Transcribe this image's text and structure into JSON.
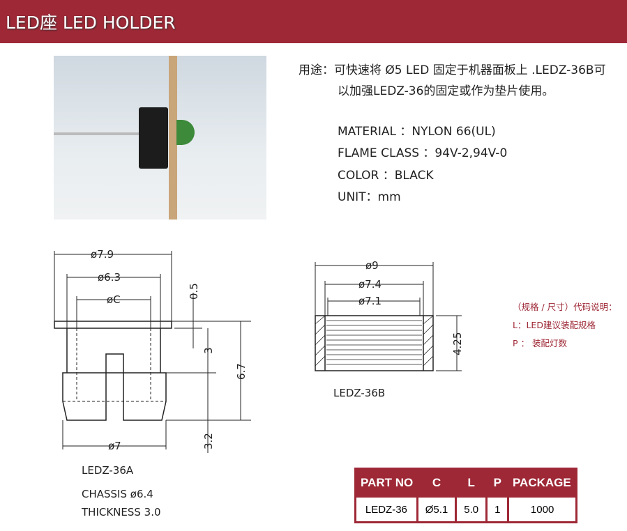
{
  "header": {
    "title": "LED座  LED HOLDER"
  },
  "intro": {
    "line1": "用途：可快速将 Ø5 LED 固定于机器面板上 .LEDZ-36B可",
    "line2": "以加强LEDZ-36的固定或作为垫片使用。"
  },
  "specs": [
    "MATERIAL ：NYLON 66(UL)",
    "FLAME CLASS ：94V-2,94V-0",
    "COLOR ：BLACK",
    "UNIT：mm"
  ],
  "drawing_a": {
    "d1": "ø7.9",
    "d2": "ø6.3",
    "d3": "øC",
    "d4": "ø7",
    "v1": "0.5",
    "v2": "3",
    "v3": "6.7",
    "v4": "3.2",
    "name": "LEDZ-36A",
    "chassis": "CHASSIS  ø6.4",
    "thickness": "THICKNESS  3.0"
  },
  "drawing_b": {
    "d1": "ø9",
    "d2": "ø7.4",
    "d3": "ø7.1",
    "v1": "4.25",
    "name": "LEDZ-36B"
  },
  "legend": {
    "title": "（规格 / 尺寸）代码说明：",
    "l": "L：LED建议装配规格",
    "p": "P ： 装配灯数"
  },
  "table": {
    "headers": [
      "PART NO",
      "C",
      "L",
      "P",
      "PACKAGE"
    ],
    "row": [
      "LEDZ-36",
      "Ø5.1",
      "5.0",
      "1",
      "1000"
    ]
  },
  "colors": {
    "brand": "#9e2836"
  }
}
